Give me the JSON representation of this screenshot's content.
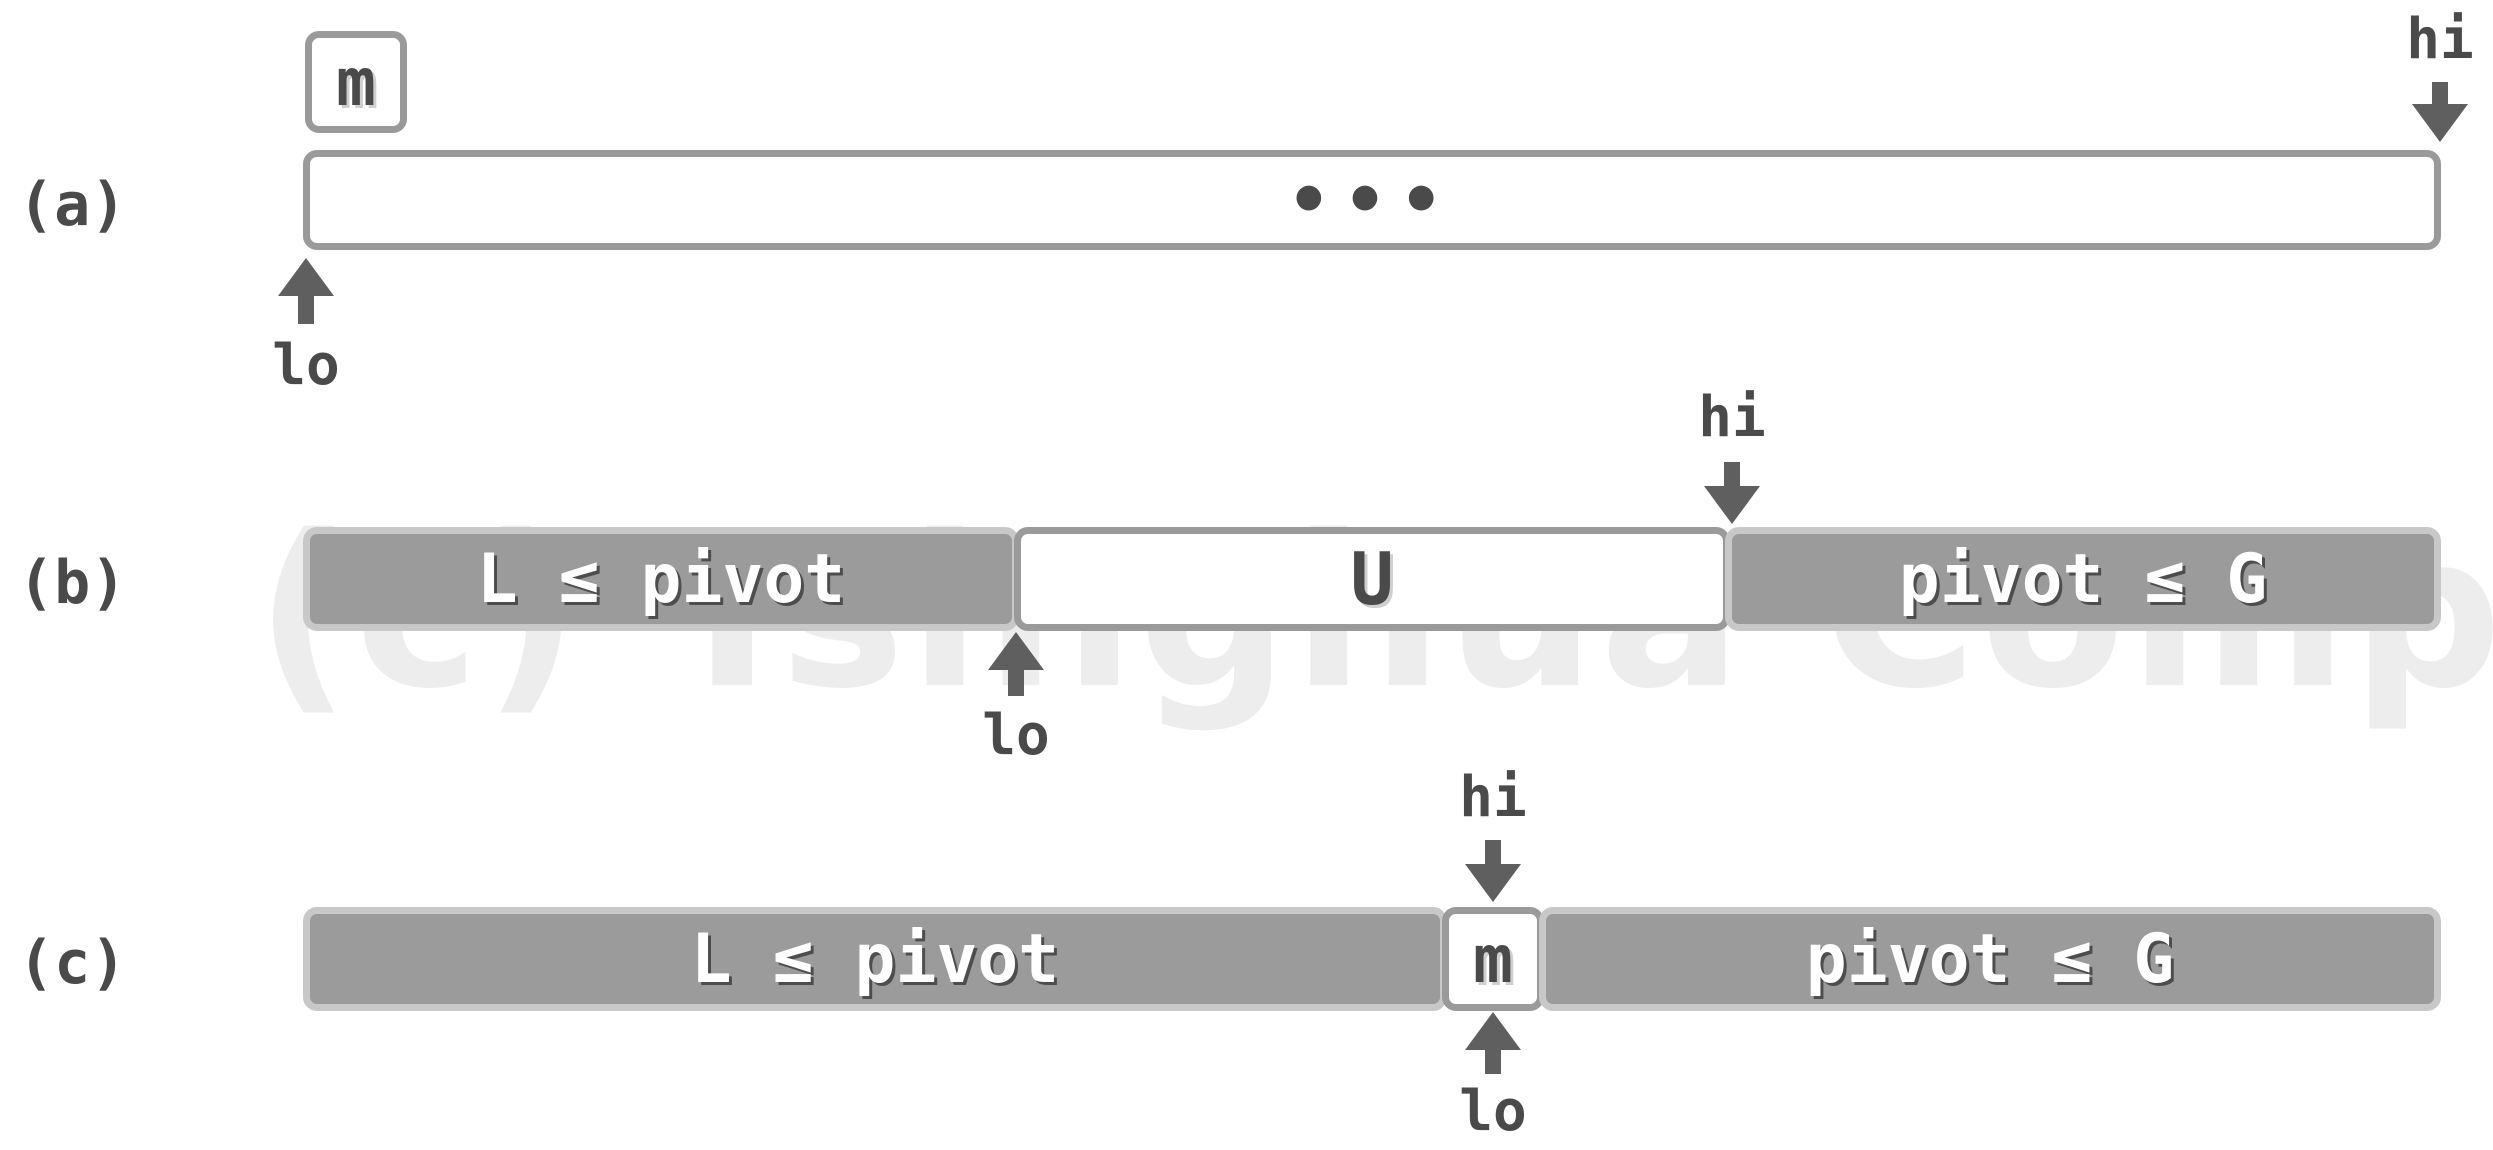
{
  "rows": {
    "a": {
      "label": "(a)",
      "dots": "•••",
      "m": "m",
      "hi": "hi",
      "lo": "lo"
    },
    "b": {
      "label": "(b)",
      "left": "L ≤ pivot",
      "mid": "U",
      "right": "pivot ≤ G",
      "hi": "hi",
      "lo": "lo"
    },
    "c": {
      "label": "(c)",
      "left": "L ≤ pivot",
      "mid": "m",
      "right": "pivot ≤ G",
      "hi": "hi",
      "lo": "lo"
    }
  },
  "watermark": "(c) Tsinghua Computer",
  "colors": {
    "filled": "#9b9b9b",
    "border": "#9a9a9a",
    "arrow": "#5f5f5f",
    "text": "#4a4a4a"
  }
}
